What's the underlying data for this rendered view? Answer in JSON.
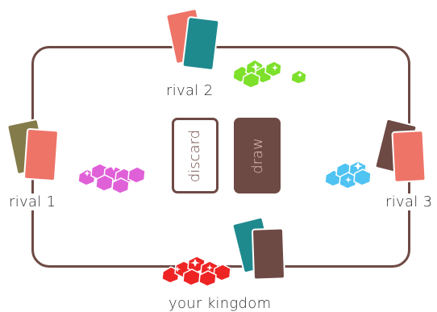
{
  "players": {
    "rival1": {
      "name": "rival 1"
    },
    "rival2": {
      "name": "rival 2"
    },
    "rival3": {
      "name": "rival 3"
    },
    "you": {
      "name": "your kingdom"
    }
  },
  "piles": {
    "discard": "discard",
    "draw": "draw"
  },
  "colors": {
    "board_border": "#6e4a45",
    "card_salmon": "#ee7468",
    "card_teal": "#1f8a8e",
    "card_olive": "#847b4a",
    "card_brown": "#6e4a45",
    "gems_green": "#7de02a",
    "gems_magenta": "#e060d8",
    "gems_blue": "#4fc3f2",
    "gems_red": "#ee2424"
  },
  "icons": [
    "card-back",
    "gem-cluster"
  ]
}
